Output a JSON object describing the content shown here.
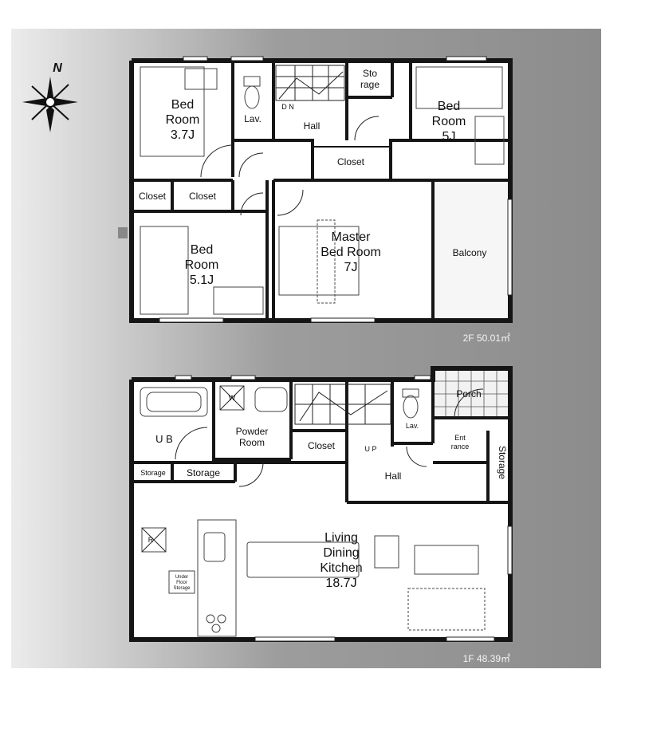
{
  "compass": {
    "label": "N",
    "icon": "north-arrow-compass-icon"
  },
  "floor2": {
    "area_label": "2F 50.01㎡",
    "rooms": {
      "bed_nw": [
        "Bed",
        "Room",
        "3.7J"
      ],
      "lav": "Lav.",
      "dn": "D N",
      "hall": "Hall",
      "storage": [
        "Sto",
        "rage"
      ],
      "bed_ne": [
        "Bed",
        "Room",
        "5J"
      ],
      "closet_center": "Closet",
      "closet_left1": "Closet",
      "closet_left2": "Closet",
      "bed_sw": [
        "Bed",
        "Room",
        "5.1J"
      ],
      "master": [
        "Master",
        "Bed Room",
        "7J"
      ],
      "balcony": "Balcony"
    }
  },
  "floor1": {
    "area_label": "1F 48.39㎡",
    "rooms": {
      "ub": "U B",
      "w": "W",
      "powder": [
        "Powder",
        "Room"
      ],
      "closet": "Closet",
      "lav": "Lav.",
      "porch": "Porch",
      "entrance": [
        "Ent",
        "rance"
      ],
      "storage_right": "Storage",
      "up": "U P",
      "hall": "Hall",
      "storage_small": "Storage",
      "storage": "Storage",
      "r": "R",
      "underfloor": [
        "Under",
        "Floor",
        "Storage"
      ],
      "ldk": [
        "Living",
        "Dining",
        "Kitchen",
        "18.7J"
      ]
    }
  }
}
